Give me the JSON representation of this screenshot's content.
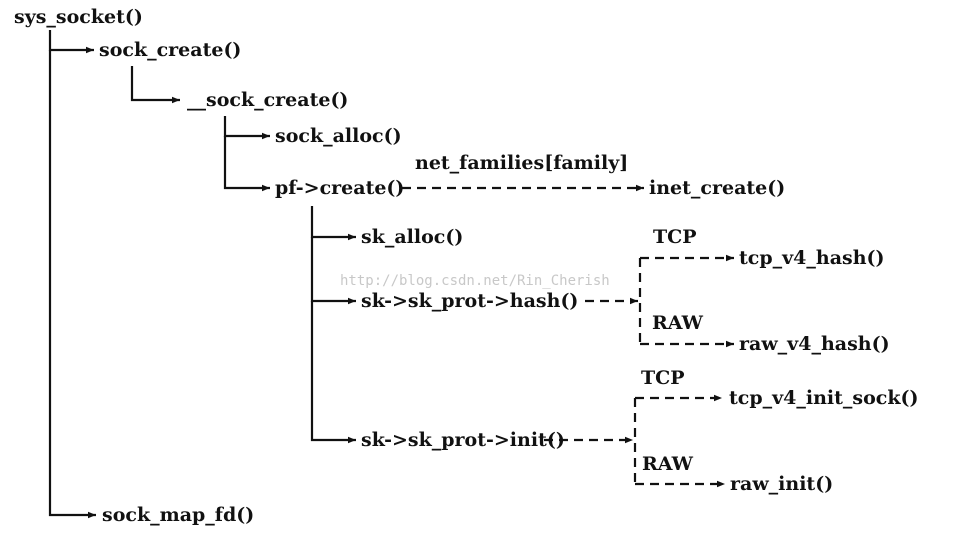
{
  "diagram": {
    "nodes": {
      "sys_socket": "sys_socket()",
      "sock_create": "sock_create()",
      "__sock_create": "__sock_create()",
      "sock_alloc": "sock_alloc()",
      "pf_create": "pf->create()",
      "net_families": "net_families[family]",
      "inet_create": "inet_create()",
      "sk_alloc": "sk_alloc()",
      "sk_prot_hash": "sk->sk_prot->hash()",
      "sk_prot_init": "sk->sk_prot->init()",
      "tcp_label_1": "TCP",
      "tcp_v4_hash": "tcp_v4_hash()",
      "raw_label_1": "RAW",
      "raw_v4_hash": "raw_v4_hash()",
      "tcp_label_2": "TCP",
      "tcp_v4_init_sock": "tcp_v4_init_sock()",
      "raw_label_2": "RAW",
      "raw_init": "raw_init()",
      "sock_map_fd": "sock_map_fd()"
    },
    "watermark": "http://blog.csdn.net/Rin_Cherish"
  }
}
